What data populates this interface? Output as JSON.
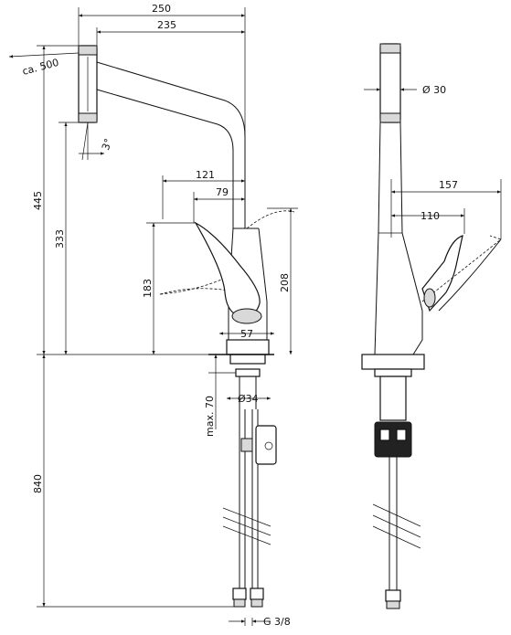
{
  "dimensions": {
    "width_250": "250",
    "width_235": "235",
    "pullout_ca_500": "ca. 500",
    "angle_3": "3°",
    "height_445": "445",
    "height_333": "333",
    "reach_121": "121",
    "reach_79": "79",
    "height_183": "183",
    "height_208": "208",
    "base_57": "57",
    "max_70": "max. 70",
    "dia_34": "Ø34",
    "height_840": "840",
    "thread_g38": "G 3/8",
    "dia_30": "Ø 30",
    "reach_157": "157",
    "reach_110": "110"
  }
}
